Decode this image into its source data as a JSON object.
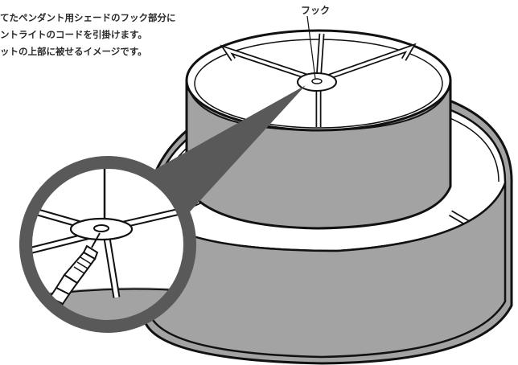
{
  "description": {
    "lines": [
      "てたペンダント用シェードのフック部分に",
      "ントライトのコードを引掛けます。",
      "ットの上部に被せるイメージです。"
    ]
  },
  "labels": {
    "hook": "フック"
  },
  "colors": {
    "shade_body": "#a3a3a3",
    "shade_outline": "#111111",
    "frame_wire": "#ffffff",
    "interior": "#ffffff",
    "magnifier_ring": "#595959",
    "text": "#2a2a2a"
  }
}
